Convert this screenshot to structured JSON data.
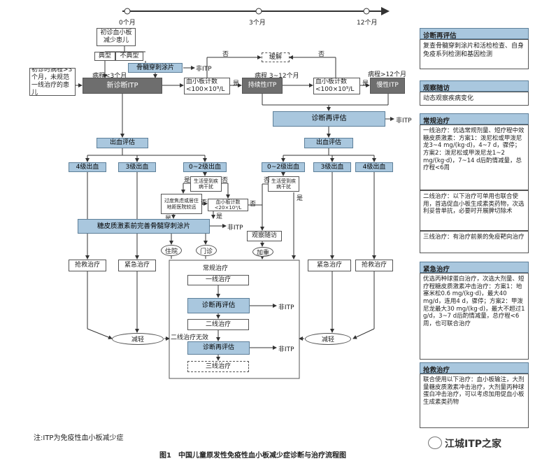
{
  "timeline": {
    "t0": "0个月",
    "t3": "3个月",
    "t12": "12个月"
  },
  "nodes": {
    "initial": "初诊血小板减少患儿",
    "typical": "典型",
    "atypical": "不典型",
    "bone_marrow": "骨髓穿刺涂片",
    "course_lt3": "病程<3个月",
    "course_3_12": "病程 3~12个月",
    "course_gt12": "病程>12个月",
    "new_dx": "新诊断ITP",
    "persistent": "持续性ITP",
    "chronic": "慢性ITP",
    "early_gt3": "初诊时病程>3个月，未规范一线治疗的患儿",
    "plt1": "血小板计数<100×10⁹/L",
    "plt2": "血小板计数<100×10⁹/L",
    "relief": "缓解",
    "no1": "否",
    "no2": "否",
    "yes1": "是",
    "yes2": "是",
    "non_itp": "非ITP",
    "reassess_top": "诊断再评估",
    "non_itp2": "非ITP",
    "bleed_eval_l": "出血评估",
    "bleed_eval_r": "出血评估",
    "g4_l": "4级出血",
    "g3_l": "3级出血",
    "g02_l": "0~2级出血",
    "g02_r": "0~2级出血",
    "g3_r": "3级出血",
    "g4_r": "4级出血",
    "life_l": "生活受到疾病干扰",
    "life_r": "生活受到疾病干扰",
    "yes_l": "是",
    "no_l": "否",
    "no_r": "否",
    "yes_r": "是",
    "anxiety": "过度焦虑或居住地距医院较远",
    "plt20": "血小板计数<20×10⁹/L",
    "yes_a": "是",
    "no_a": "否",
    "yes_p": "是",
    "no_p": "否",
    "steroid_bm": "糖皮质激素前完善骨髓穿刺涂片",
    "non_itp3": "非ITP",
    "observe": "观察随访",
    "inpatient": "住院",
    "outpatient": "门诊",
    "worsen": "加重",
    "rescue_l": "抢救治疗",
    "emergency_l": "紧急治疗",
    "emergency_r": "紧急治疗",
    "rescue_r": "抢救治疗",
    "routine": "常规治疗",
    "first_line": "一线治疗",
    "reassess_mid": "诊断再评估",
    "non_itp4": "非ITP",
    "second_line": "二线治疗",
    "second_fail": "二线治疗无效",
    "reassess_low": "诊断再评估",
    "non_itp5": "非ITP",
    "third_line": "三线治疗",
    "ease_l": "减轻",
    "ease_r": "减轻"
  },
  "sidebar": {
    "reassess_title": "诊断再评估",
    "reassess_text": "复查骨髓穿刺涂片和活检检查、自身免疫系列检测和基因检测",
    "observe_title": "观察随访",
    "observe_text": "动态观察疾病变化",
    "routine_title": "常规治疗",
    "first_line_text": "一线治疗：优选常规剂量、短疗程中效糖皮质激素：方案1：泼尼松或甲泼尼龙3~4 mg/(kg·d)，4~7 d，骤停；方案2：泼尼松或甲泼尼龙1~2 mg/(kg·d)，7~14 d后酌情减量，总疗程<6周",
    "second_line_text": "二线治疗：以下治疗可单用也联合使用，首选促血小板生成素类药物，次选利妥昔单抗，必要时开展脾切除术",
    "third_line_text": "三线治疗：有治疗前景的免疫靶向治疗",
    "emergency_title": "紧急治疗",
    "emergency_text": "优选丙种球蛋白治疗，次选大剂量、短疗程糖皮质激素冲击治疗：方案1：地塞米松0.6 mg/(kg·d)，最大40 mg/d，连用4 d，骤停；方案2：甲泼尼龙最大30 mg/(kg·d)，最大不超过1 g/d，3~7 d后酌情减量，总疗程<6周，也可联合治疗",
    "rescue_title": "抢救治疗",
    "rescue_text": "联合使用以下治疗：血小板输注，大剂量糖皮质激素冲击治疗，大剂量丙种球蛋白冲击治疗，可以考虑加用促血小板生成素类药物"
  },
  "footnote": "注:ITP为免疫性血小板减少症",
  "caption": "图1　中国儿童原发性免疫性血小板减少症诊断与治疗流程图",
  "watermark_brand": "江城ITP之家",
  "colors": {
    "blue_fill": "#a9c7de",
    "dark_fill": "#6e6e6e",
    "border": "#555555"
  }
}
